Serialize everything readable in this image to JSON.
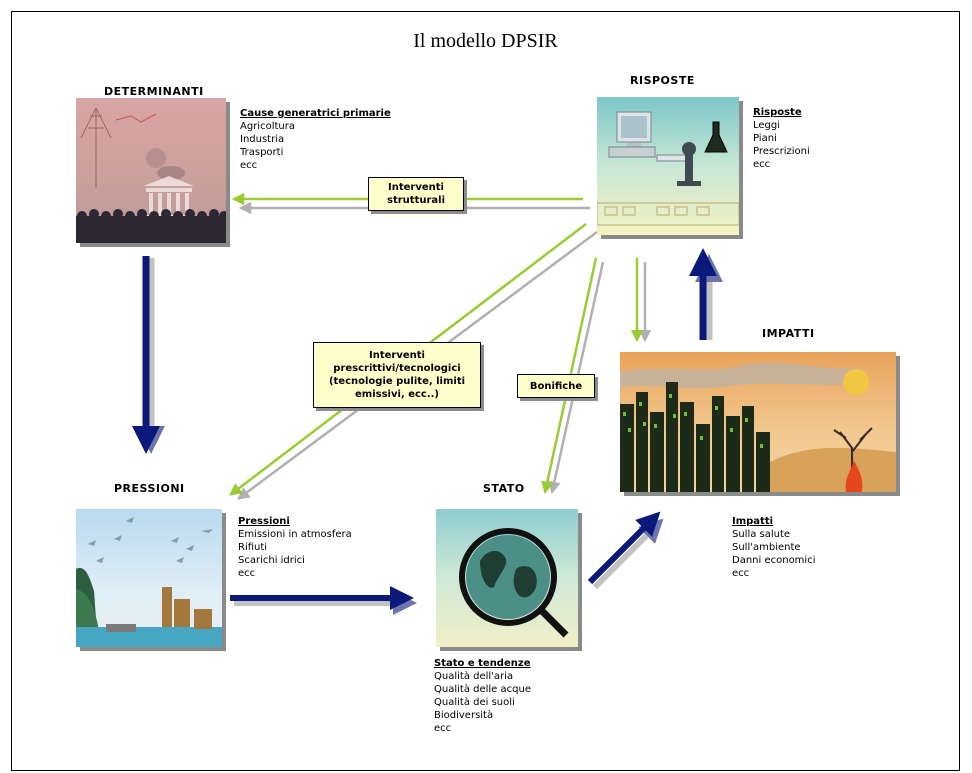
{
  "title": "Il modello DPSIR",
  "nodes": {
    "determinanti": {
      "label": "DETERMINANTI",
      "heading": "Cause generatrici primarie",
      "items": [
        "Agricoltura",
        "Industria",
        "Trasporti",
        "ecc"
      ]
    },
    "risposte": {
      "label": "RISPOSTE",
      "heading": "Risposte",
      "items": [
        "Leggi",
        "Piani",
        "Prescrizioni",
        "ecc"
      ]
    },
    "pressioni": {
      "label": "PRESSIONI",
      "heading": "Pressioni",
      "items": [
        "Emissioni in atmosfera",
        "Rifiuti",
        "Scarichi idrici",
        "ecc"
      ]
    },
    "stato": {
      "label": "STATO",
      "heading": "Stato e tendenze",
      "items": [
        "Qualità dell'aria",
        "Qualità delle acque",
        "Qualità dei suoli",
        "Biodiversità",
        "ecc"
      ]
    },
    "impatti": {
      "label": "IMPATTI",
      "heading": "Impatti",
      "items": [
        "Sulla salute",
        "Sull'ambiente",
        "Danni economici",
        "ecc"
      ]
    }
  },
  "notes": {
    "strutturali": [
      "Interventi",
      "strutturali"
    ],
    "prescrittivi": [
      "Interventi",
      "prescrittivi/tecnologici",
      "(tecnologie pulite, limiti",
      "emissivi, ecc..)"
    ],
    "bonifiche": [
      "Bonifiche"
    ]
  },
  "colors": {
    "main_arrow": "#0b1a7a",
    "feedback_arrow": "#99cc33",
    "feedback_shadow": "#b0b0b0",
    "note_fill": "#ffffcc"
  }
}
